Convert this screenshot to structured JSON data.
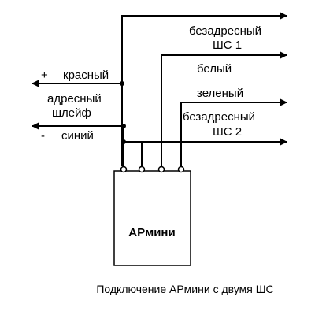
{
  "device": {
    "name": "АРмини"
  },
  "caption": "Подключение АРмини с двумя ШС",
  "labels": {
    "nonaddr_loop1_line1": "безадресный",
    "nonaddr_loop1_line2": "ШС 1",
    "white": "белый",
    "plus": "+",
    "red": "красный",
    "addr_loop_line1": "адресный",
    "addr_loop_line2": "шлейф",
    "minus": "-",
    "blue": "синий",
    "green": "зеленый",
    "nonaddr_loop2_line1": "безадресный",
    "nonaddr_loop2_line2": "ШС 2"
  }
}
